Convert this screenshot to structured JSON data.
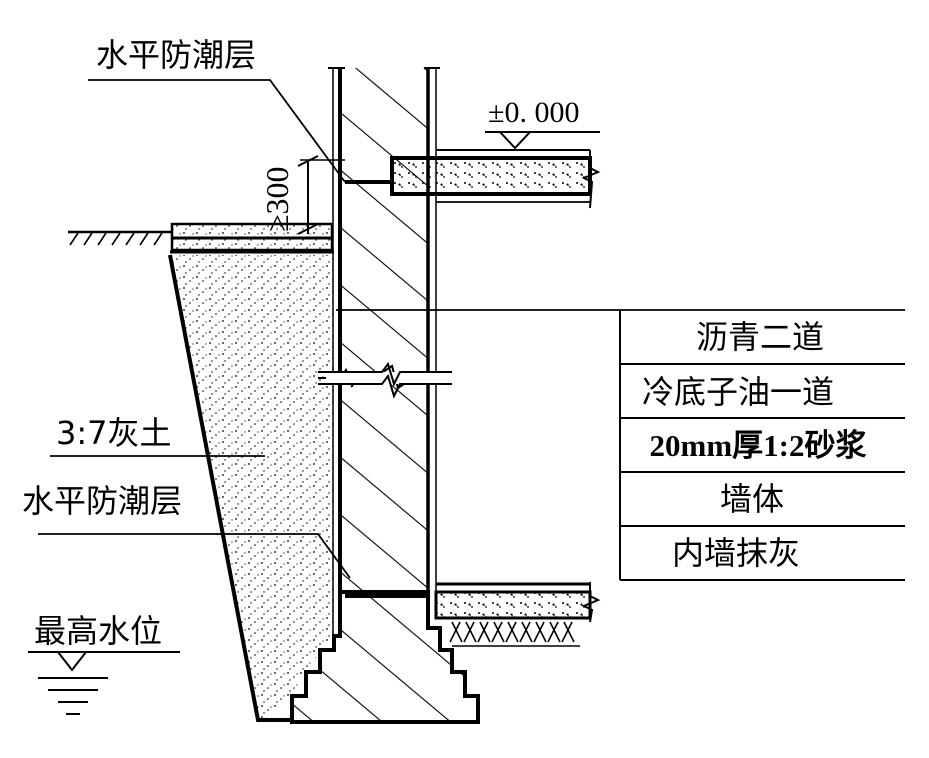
{
  "labels": {
    "top_dpc": "水平防潮层",
    "floor_level": "±0. 000",
    "min_height": "≥300",
    "lime_soil": "3:7灰土",
    "lower_dpc": "水平防潮层",
    "highest_water": "最高水位"
  },
  "layer_table": {
    "rows": [
      "沥青二道",
      "冷底子油一道",
      "20mm厚1:2砂浆",
      "墙体",
      "内墙抹灰"
    ]
  },
  "colors": {
    "ink": "#000000",
    "paper": "#ffffff"
  }
}
